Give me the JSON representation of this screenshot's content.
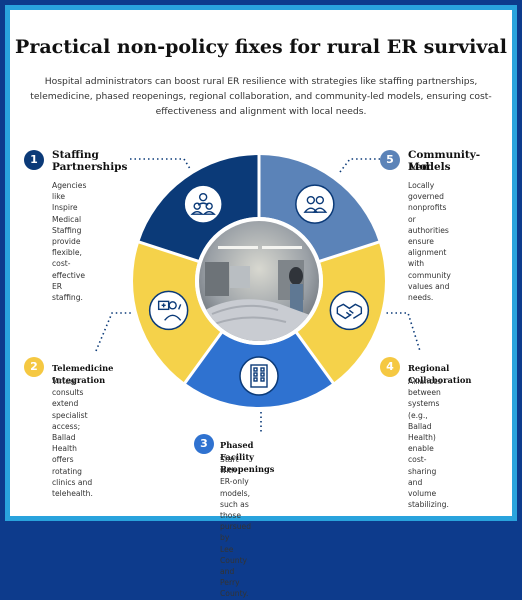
{
  "title": "Practical non-policy fixes for rural ER survival",
  "intro": "Hospital administrators can boost rural ER resilience with strategies like staffing partnerships, telemedicine, phased reopenings, regional collaboration, and community-led models, ensuring cost-effectiveness and alignment with local needs.",
  "colors": {
    "navy": "#0b3a78",
    "yellow": "#f5d24a",
    "blue": "#2f72d0",
    "steel": "#5b83b8",
    "frame": "#0d3b8c",
    "accent": "#29a3dd"
  },
  "steps": [
    {
      "number": "1",
      "title_line1": "Staffing",
      "title_line2": "Partnerships",
      "desc": [
        "Agencies like",
        "Inspire Medical",
        "Staffing provide",
        "flexible, cost-",
        "effective ER staffing."
      ],
      "icon": "people-group-icon",
      "badge_color": "#0b3a78"
    },
    {
      "number": "2",
      "title_line1": "Telemedicine Integration",
      "desc": [
        "Virtual consults extend",
        "specialist access;",
        "Ballad Health offers",
        "rotating clinics and",
        "telehealth."
      ],
      "icon": "doctor-icon",
      "badge_color": "#f5c842"
    },
    {
      "number": "3",
      "title_line1": "Phased Facility Reopenings",
      "desc": [
        "Start with ER-only models,",
        "such as those pursued by",
        "Lee County and Perry",
        "County."
      ],
      "icon": "building-icon",
      "badge_color": "#2f72d0"
    },
    {
      "number": "4",
      "title_line1": "Regional Collaboration",
      "desc": [
        "Alliances between",
        "systems (e.g., Ballad",
        "Health) enable cost-",
        "sharing and volume",
        "stabilizing."
      ],
      "icon": "handshake-icon",
      "badge_color": "#f5c842"
    },
    {
      "number": "5",
      "title_line1": "Community-Led",
      "title_line2": "Models",
      "desc": [
        "Locally governed",
        "nonprofits or",
        "authorities ensure",
        "alignment with",
        "community values and",
        "needs."
      ],
      "icon": "community-people-icon",
      "badge_color": "#5b83b8"
    }
  ],
  "center_image": "hospital-room-photo"
}
